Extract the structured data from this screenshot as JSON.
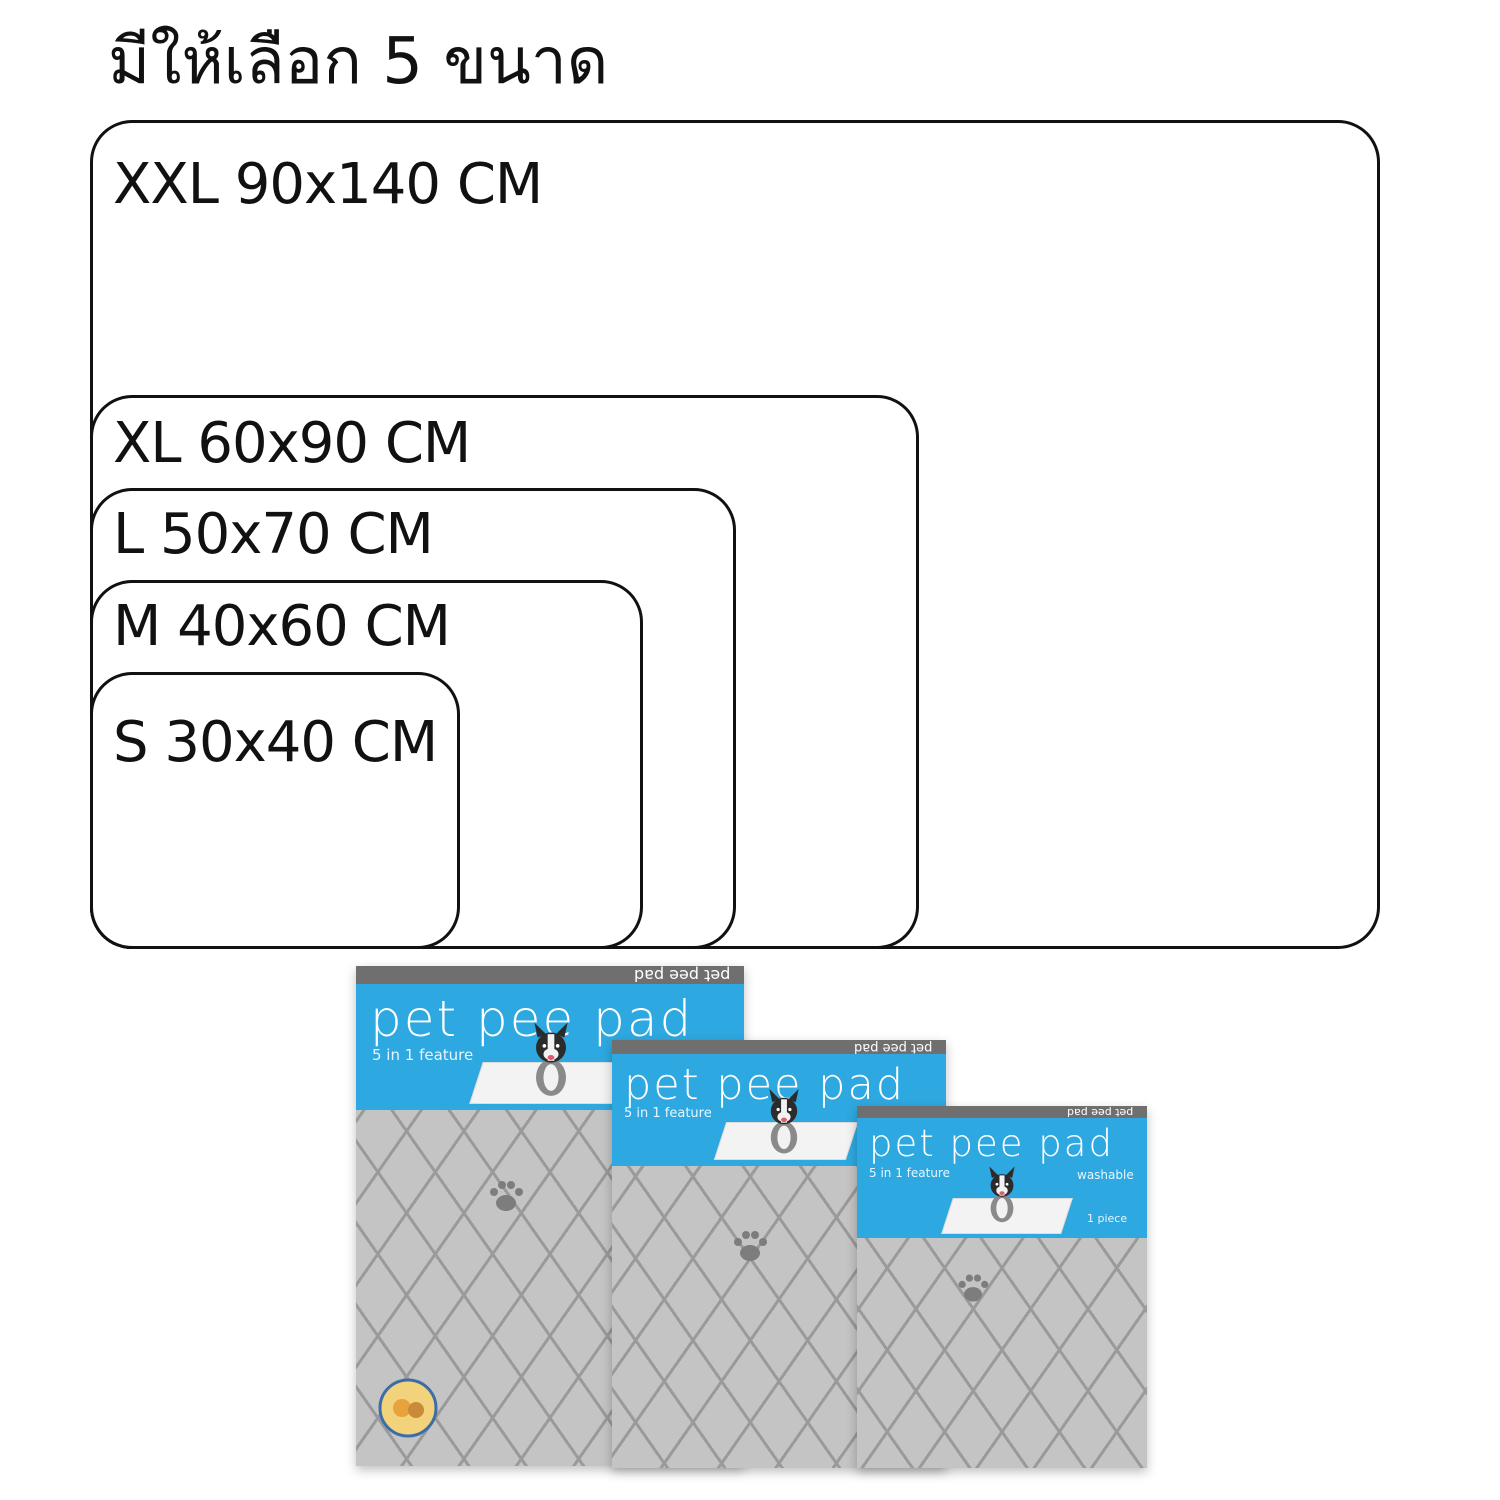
{
  "headline": "มีให้เลือก 5 ขนาด",
  "sizes": [
    {
      "label": "XXL 90x140 CM"
    },
    {
      "label": "XL 60x90 CM"
    },
    {
      "label": "L 50x70 CM"
    },
    {
      "label": "M 40x60 CM"
    },
    {
      "label": "S 30x40 CM"
    }
  ],
  "packages": [
    {
      "brand": "pet pee pad",
      "feature": "5 in 1 feature",
      "top_text": "pet pee pad"
    },
    {
      "brand": "pet pee pad",
      "feature": "5 in 1 feature",
      "top_text": "pet pee pad"
    },
    {
      "brand": "pet pee pad",
      "feature": "5 in 1 feature",
      "top_text": "pet pee pad",
      "washable": "washable",
      "count": "1 piece"
    }
  ],
  "colors": {
    "package_blue": "#2ea8e0",
    "package_top": "#6f6f6f",
    "quilt_grey": "#c4c4c4",
    "outline": "#111111"
  },
  "icons": [
    "dog-icon",
    "paw-icon",
    "brand-logo-icon"
  ]
}
